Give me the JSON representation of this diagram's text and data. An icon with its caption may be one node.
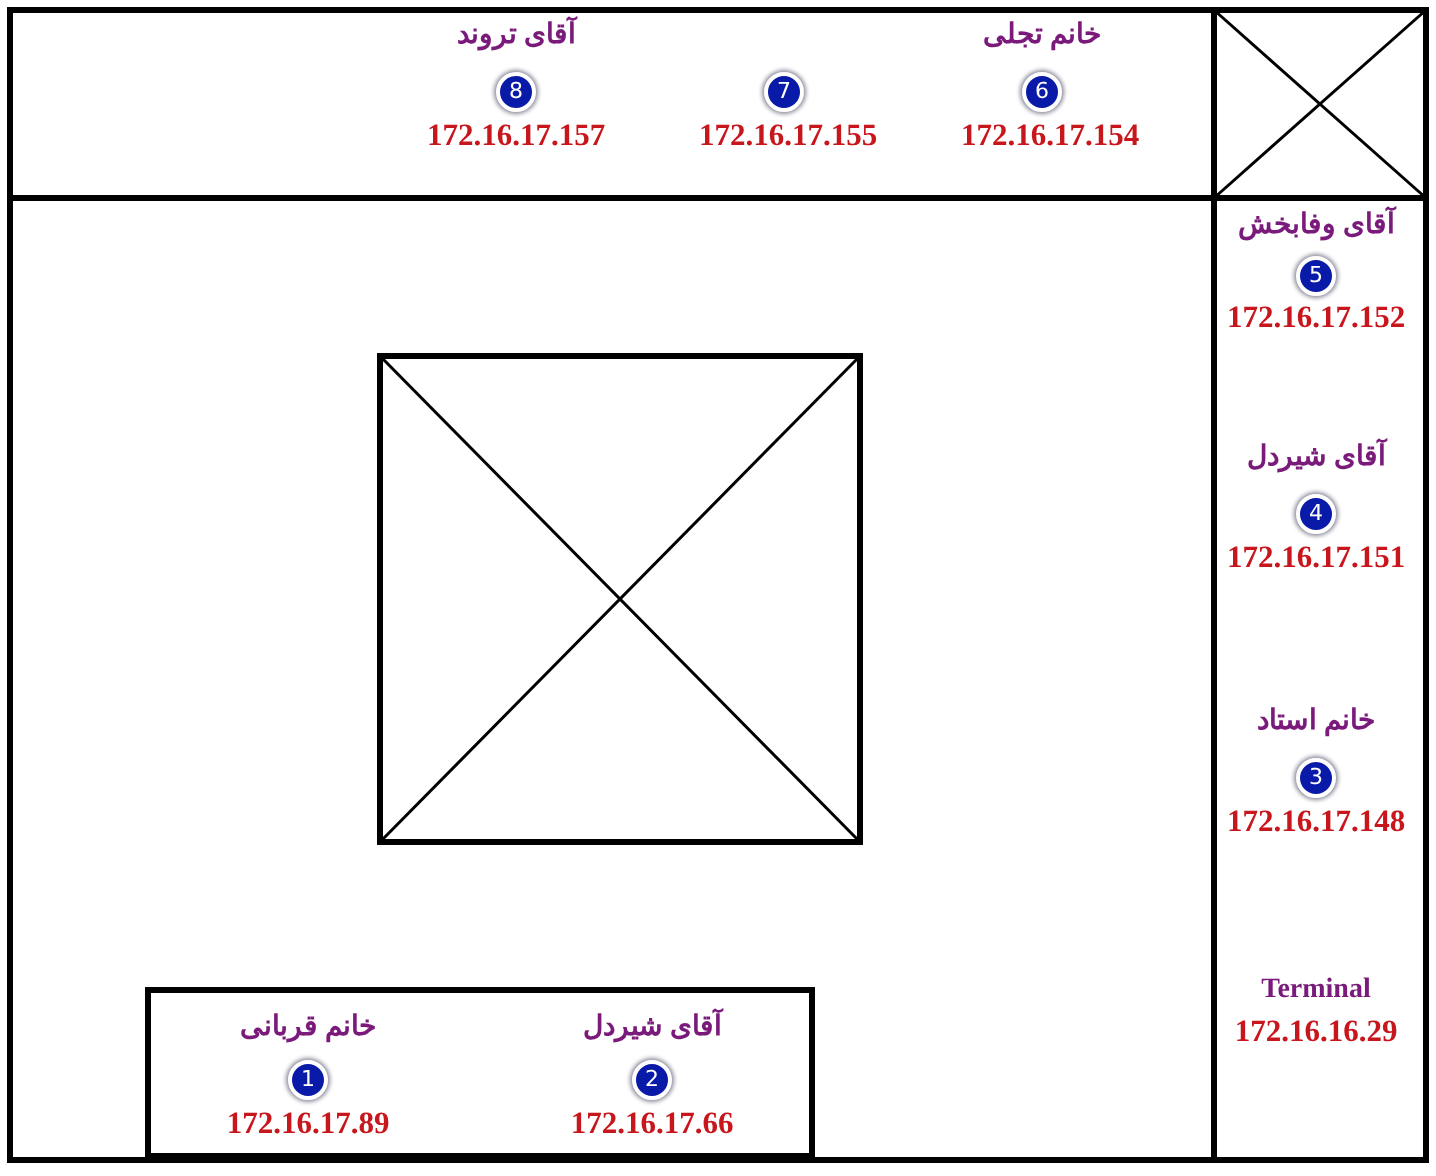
{
  "diagram": {
    "nodes": [
      {
        "text": [
          "8"
        ]
      },
      {
        "text": [
          "7"
        ]
      },
      {
        "text": [
          "6"
        ]
      },
      {
        "text": [
          "5"
        ]
      },
      {
        "text": [
          "4"
        ]
      },
      {
        "text": [
          "3"
        ]
      },
      {
        "text": [
          "1"
        ]
      },
      {
        "text": [
          "2"
        ]
      }
    ],
    "edges": [],
    "labels": [
      "آقای تروند",
      "172.16.17.157",
      "172.16.17.155",
      "خانم تجلی",
      "172.16.17.154",
      "آقای وفابخش",
      "172.16.17.152",
      "آقای شیردل",
      "172.16.17.151",
      "خانم استاد",
      "172.16.17.148",
      "Terminal",
      "172.16.16.29",
      "خانم قربانی",
      "172.16.17.89",
      "آقای شیردل",
      "172.16.17.66"
    ]
  }
}
